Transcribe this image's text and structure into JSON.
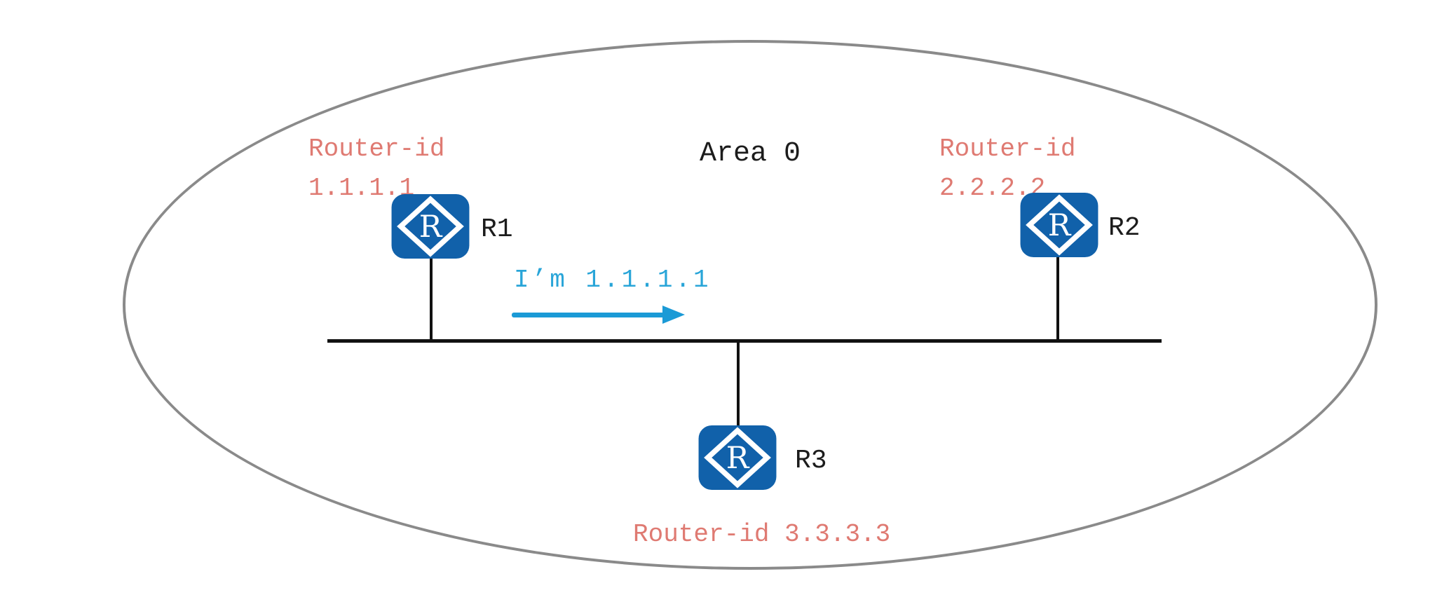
{
  "diagram": {
    "title": "OSPF single-area topology",
    "area": {
      "label": "Area 0"
    },
    "message": {
      "text": "I’m 1.1.1.1"
    },
    "icon": {
      "router_glyph": "R"
    },
    "routers": {
      "r1": {
        "name": "R1",
        "id_line1": "Router-id",
        "id_line2": "1.1.1.1"
      },
      "r2": {
        "name": "R2",
        "id_line1": "Router-id",
        "id_line2": "2.2.2.2"
      },
      "r3": {
        "name": "R3",
        "id_caption": "Router-id 3.3.3.3"
      }
    },
    "colors": {
      "router_blue": "#1161aa",
      "router_id_red": "#df7a72",
      "message_cyan": "#29a5d8",
      "arrow_blue": "#1b9ad6",
      "ellipse_gray": "#8a8a8a",
      "line_black": "#111111"
    }
  }
}
